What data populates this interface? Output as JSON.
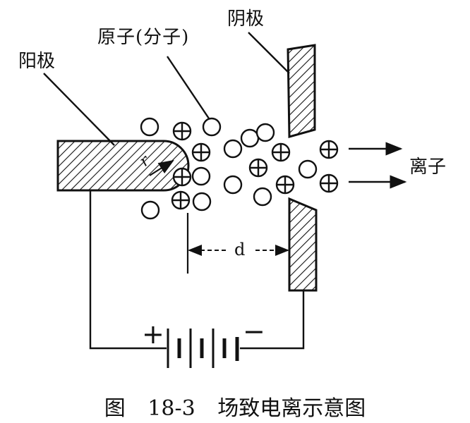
{
  "labels": {
    "anode": "阳极",
    "cathode": "阴极",
    "atom": "原子(分子)",
    "ions": "离子",
    "radius": "r",
    "distance": "d",
    "plus": "+",
    "minus": "−"
  },
  "caption": "图 18-3 场致电离示意图"
}
